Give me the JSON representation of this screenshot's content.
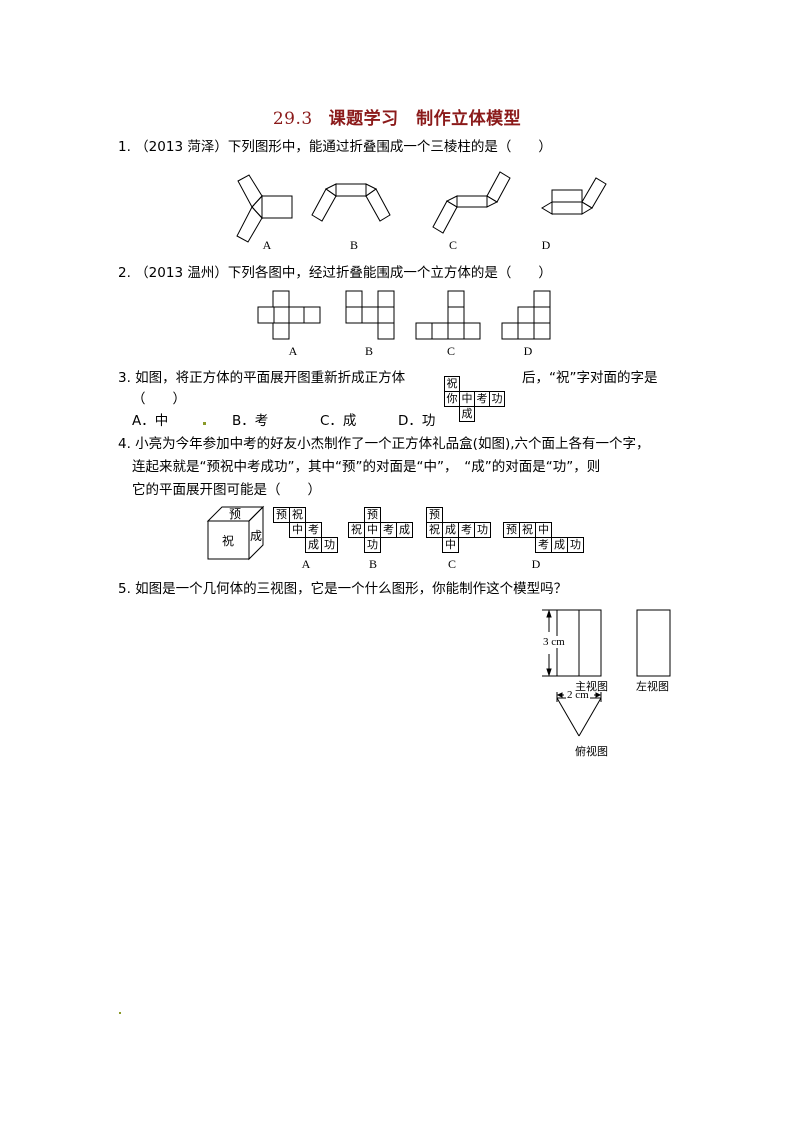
{
  "title": {
    "number": "29.3",
    "text": "课题学习　制作立体模型"
  },
  "questions": [
    {
      "id": "q1",
      "text": "1. （2013 菏泽）下列图形中，能通过折叠围成一个三棱柱的是（　　）",
      "figure_labels": [
        "A",
        "B",
        "C",
        "D"
      ]
    },
    {
      "id": "q2",
      "text": "2. （2013 温州）下列各图中，经过折叠能围成一个立方体的是（　　）",
      "figure_labels": [
        "A",
        "B",
        "C",
        "D"
      ]
    },
    {
      "id": "q3",
      "text_line1_before": "3. 如图，将正方体的平面展开图重新折成正方体",
      "text_line1_after": "后，“祝”字对面的字是",
      "text_line2": "（　　）",
      "net_cells": {
        "top": "祝",
        "row": [
          "你",
          "中",
          "考",
          "功"
        ],
        "bottom": "成"
      },
      "options": [
        "A．中",
        "B．考",
        "C．成",
        "D．功"
      ]
    },
    {
      "id": "q4",
      "text_lines": [
        "4. 小亮为今年参加中考的好友小杰制作了一个正方体礼品盒(如图),六个面上各有一个字，",
        "连起来就是“预祝中考成功”，其中“预”的对面是“中”，　“成”的对面是“功”，则",
        "它的平面展开图可能是（　　）"
      ],
      "cube": {
        "top": "预",
        "front": "祝",
        "side": "成"
      },
      "nets": [
        {
          "label": "A",
          "cells": [
            "预",
            "祝",
            "中",
            "考",
            "成",
            "功"
          ]
        },
        {
          "label": "B",
          "cells": [
            "预",
            "祝",
            "中",
            "考",
            "成",
            "功"
          ]
        },
        {
          "label": "C",
          "cells": [
            "预",
            "祝",
            "成",
            "考",
            "功",
            "中"
          ]
        },
        {
          "label": "D",
          "cells": [
            "预",
            "祝",
            "中",
            "考",
            "成",
            "功"
          ]
        }
      ]
    },
    {
      "id": "q5",
      "text": "5. 如图是一个几何体的三视图，它是一个什么图形，你能制作这个模型吗？",
      "views": {
        "front_label": "主视图",
        "left_label": "左视图",
        "top_label": "俯视图",
        "height_dim": "3 cm",
        "width_dim": "2 cm"
      }
    }
  ]
}
